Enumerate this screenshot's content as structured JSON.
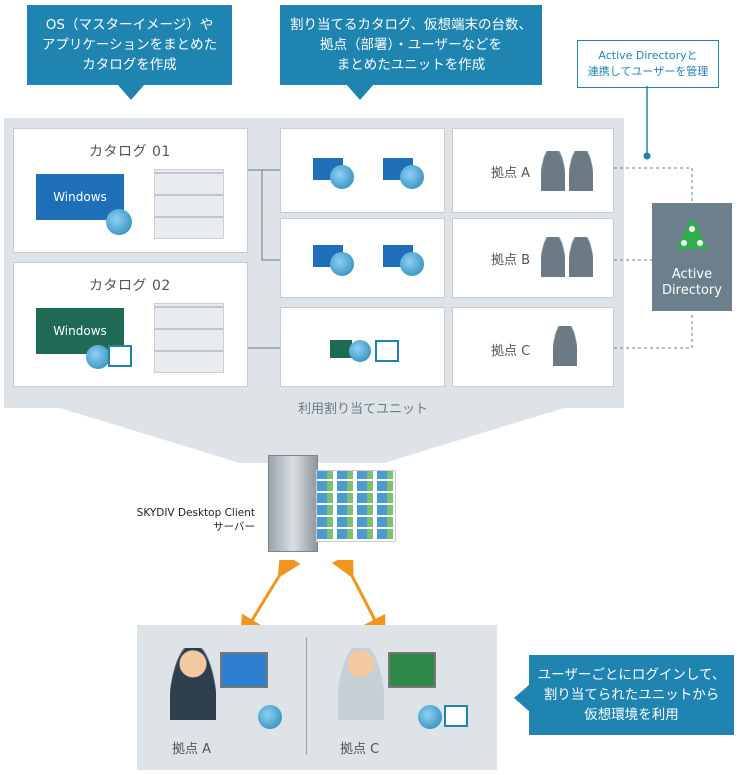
{
  "callouts": {
    "catalog": [
      "OS（マスターイメージ）や",
      "アプリケーションをまとめた",
      "カタログを作成"
    ],
    "unit": [
      "割り当てるカタログ、仮想端末の台数、",
      "拠点（部署）・ユーザーなどを",
      "まとめたユニットを作成"
    ],
    "ad": [
      "Active Directoryと",
      "連携してユーザーを管理"
    ],
    "login": [
      "ユーザーごとにログインして、",
      "割り当てられたユニットから",
      "仮想環境を利用"
    ]
  },
  "catalogs": [
    {
      "title": "カタログ 01",
      "os_label": "Windows",
      "screen_color": "#1f6fb8"
    },
    {
      "title": "カタログ 02",
      "os_label": "Windows",
      "screen_color": "#1f6a54"
    }
  ],
  "sites": [
    {
      "label": "拠点 A",
      "users": 2
    },
    {
      "label": "拠点 B",
      "users": 2
    },
    {
      "label": "拠点 C",
      "users": 1
    }
  ],
  "active_directory": {
    "line1": "Active",
    "line2": "Directory"
  },
  "unit_caption": "利用割り当てユニット",
  "server": {
    "name": "SKYDIV Desktop Client",
    "role": "サーバー"
  },
  "bottom_sites": [
    {
      "label": "拠点 A"
    },
    {
      "label": "拠点 C"
    }
  ],
  "colors": {
    "accent": "#1f84b0",
    "arrow": "#f0961e",
    "gray": "#dde3e7",
    "ad": "#6b7f8c"
  }
}
